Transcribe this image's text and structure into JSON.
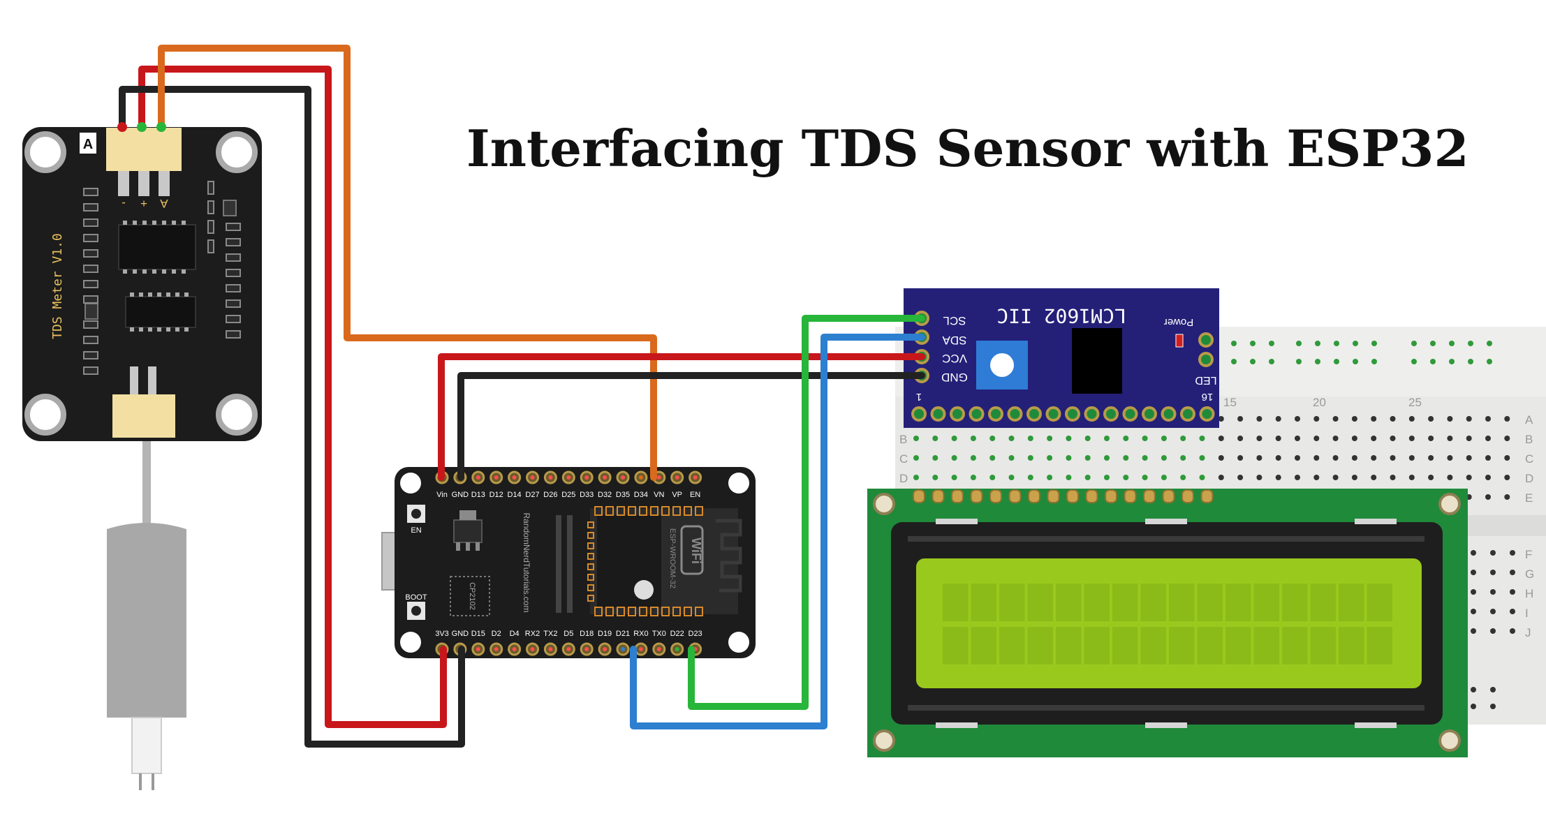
{
  "title": "Interfacing TDS Sensor with ESP32",
  "tds_module": {
    "name": "TDS Meter V1.0",
    "top_pins": [
      "-",
      "+",
      "A"
    ],
    "corner_label": "A"
  },
  "esp32": {
    "top_pins": [
      "Vin",
      "GND",
      "D13",
      "D12",
      "D14",
      "D27",
      "D26",
      "D25",
      "D33",
      "D32",
      "D35",
      "D34",
      "VN",
      "VP",
      "EN"
    ],
    "bottom_pins": [
      "3V3",
      "GND",
      "D15",
      "D2",
      "D4",
      "RX2",
      "TX2",
      "D5",
      "D18",
      "D19",
      "D21",
      "RX0",
      "TX0",
      "D22",
      "D23"
    ],
    "en_label": "EN",
    "boot_label": "BOOT",
    "chip_label": "CP2102",
    "side_text": "RandomNerdTutorials.com",
    "module_label": "ESP-WROOM-32",
    "wifi_label": "WiFi"
  },
  "i2c_adapter": {
    "title": "LCM1602 IIC",
    "pins": [
      "SCL",
      "SDA",
      "VCC",
      "GND"
    ],
    "power_label": "Power",
    "led_label": "LED",
    "pin_first": "1",
    "pin_last": "16"
  },
  "breadboard": {
    "column_numbers": [
      "15",
      "20",
      "25"
    ],
    "row_letters_top": [
      "A",
      "B",
      "C",
      "D",
      "E"
    ],
    "row_letters_bottom": [
      "F",
      "G",
      "H",
      "I",
      "J"
    ],
    "left_row_letters": [
      "B",
      "C",
      "D"
    ]
  },
  "wire_colors": {
    "black": "#222222",
    "red": "#c8171b",
    "orange": "#d96a1d",
    "green": "#27b53a",
    "blue": "#2d7fd0"
  }
}
